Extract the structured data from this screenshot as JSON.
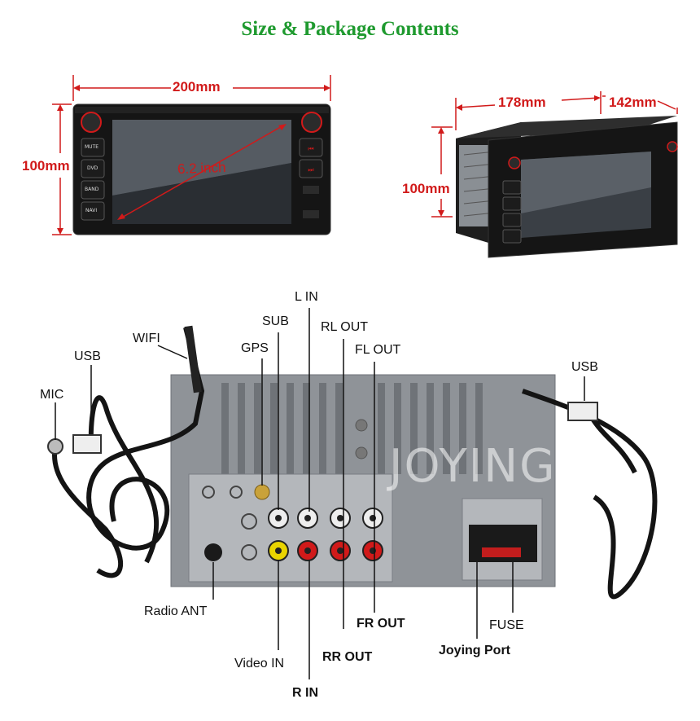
{
  "title": "Size & Package Contents",
  "dimensions": {
    "front_width": "200mm",
    "front_height": "100mm",
    "screen": "6.2 inch",
    "side_width": "178mm",
    "side_depth": "142mm",
    "side_height": "100mm"
  },
  "front_buttons": [
    "MUTE",
    "DVD",
    "BAND",
    "NAVI"
  ],
  "brand_watermark": "JOYING",
  "connectors": {
    "l_in": "L IN",
    "sub": "SUB",
    "rl_out": "RL OUT",
    "wifi": "WIFI",
    "gps": "GPS",
    "fl_out": "FL OUT",
    "usb_left": "USB",
    "usb_right": "USB",
    "mic": "MIC",
    "radio_ant": "Radio ANT",
    "video_in": "Video IN",
    "r_in": "R IN",
    "rr_out": "RR OUT",
    "fr_out": "FR OUT",
    "joying_port": "Joying Port",
    "fuse": "FUSE"
  },
  "colors": {
    "title": "#1f9a2f",
    "dimension": "#d11a1a"
  }
}
